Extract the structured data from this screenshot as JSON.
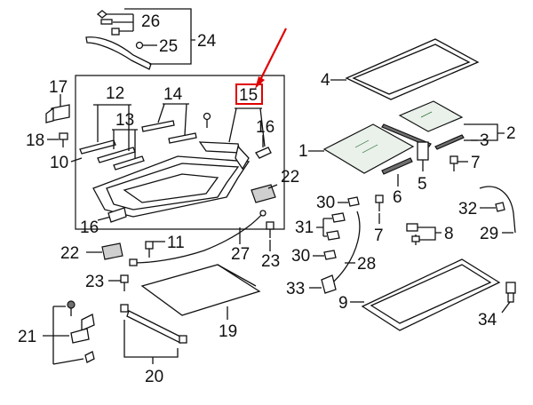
{
  "diagram": {
    "highlight_color": "#e00000",
    "callouts": [
      "2",
      "3",
      "4",
      "5",
      "6",
      "7",
      "8",
      "9",
      "10",
      "11",
      "12",
      "13",
      "14",
      "15",
      "16",
      "17",
      "18",
      "19",
      "20",
      "21",
      "22",
      "23",
      "24",
      "25",
      "26",
      "27",
      "28",
      "29",
      "30",
      "31",
      "32",
      "33",
      "34"
    ],
    "highlighted_callout": "15"
  }
}
